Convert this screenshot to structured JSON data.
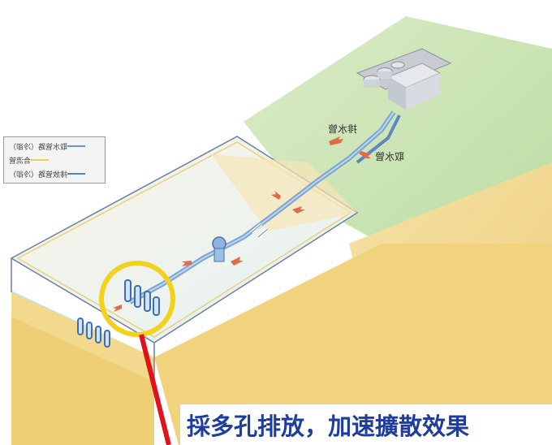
{
  "legend": {
    "items": [
      {
        "label": "取水管路（冷卻）",
        "color": "#6f8fd0"
      },
      {
        "label": "合流管",
        "color": "#e8d24a"
      },
      {
        "label": "排放管路（冷卻）",
        "color": "#5a7fc0"
      }
    ]
  },
  "labels": {
    "discharge_pipe": "排水管",
    "intake_pipe": "取水管"
  },
  "caption": {
    "text": "採多孔排放，加速擴散效果"
  },
  "colors": {
    "caption_text": "#1f3d9e",
    "highlight_ring": "#f2d21b",
    "pointer_line": "#e0121b",
    "sea": "#a8d8ee",
    "sand": "#f1d58a",
    "grass": "#cfe6b8"
  }
}
